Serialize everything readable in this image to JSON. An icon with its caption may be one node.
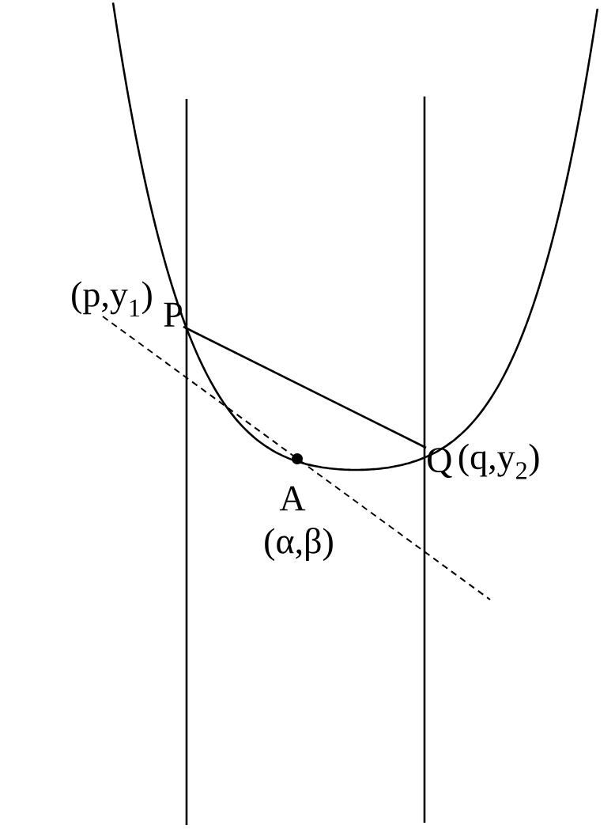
{
  "diagram": {
    "nodes": [
      {
        "text": [
          "P"
        ],
        "beside": [
          "(p,y$_{1}$)"
        ]
      },
      {
        "text": [
          "Q"
        ],
        "beside": [
          "(q,y$_{2}$)"
        ]
      }
    ],
    "edges": [
      {
        "from": 0,
        "to": 1,
        "arrow": "none"
      }
    ],
    "labels": [
      "A",
      "(α,β)"
    ]
  }
}
